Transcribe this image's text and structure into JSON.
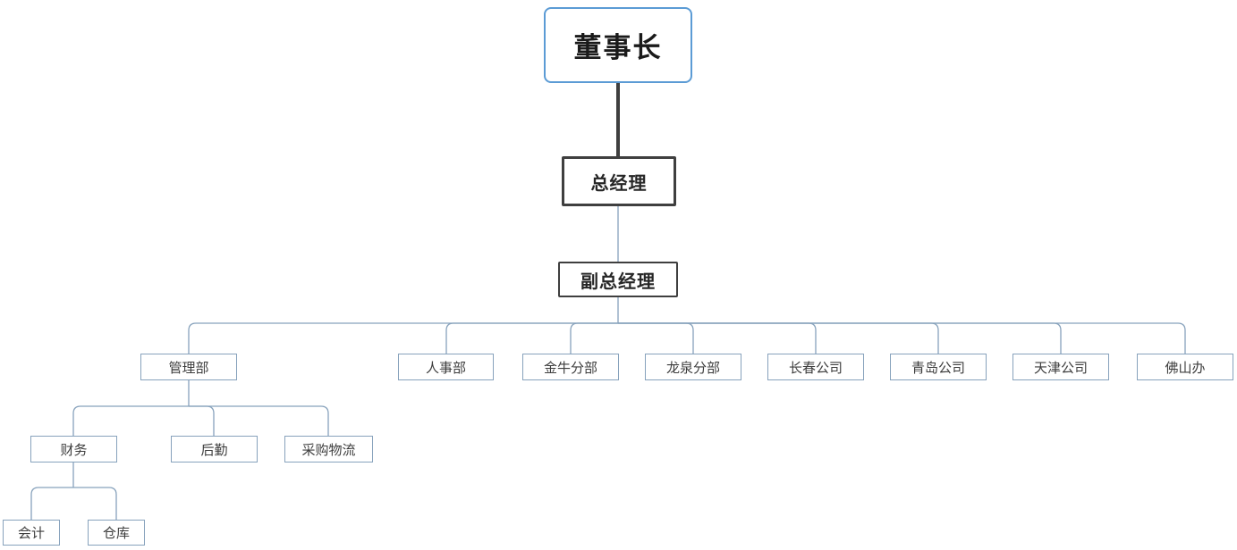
{
  "colors": {
    "chairman_border": "#5b9bd5",
    "manager_border": "#3f3f3f",
    "leaf_border": "#87a2bc",
    "connector_light": "#87a2bc",
    "connector_dark": "#3f3f3f",
    "background": "#ffffff"
  },
  "org_chart": {
    "chairman": {
      "label": "董事长"
    },
    "general_manager": {
      "label": "总经理"
    },
    "deputy_general_manager": {
      "label": "副总经理"
    },
    "departments": [
      {
        "label": "管理部"
      },
      {
        "label": "人事部"
      },
      {
        "label": "金牛分部"
      },
      {
        "label": "龙泉分部"
      },
      {
        "label": "长春公司"
      },
      {
        "label": "青岛公司"
      },
      {
        "label": "天津公司"
      },
      {
        "label": "佛山办"
      }
    ],
    "management_children": [
      {
        "label": "财务"
      },
      {
        "label": "后勤"
      },
      {
        "label": "采购物流"
      }
    ],
    "finance_children": [
      {
        "label": "会计"
      },
      {
        "label": "仓库"
      }
    ]
  }
}
